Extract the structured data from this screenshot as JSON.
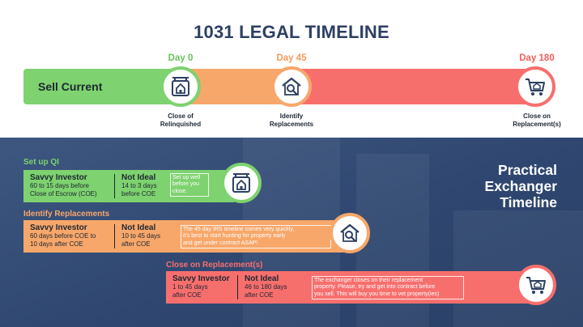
{
  "title": "1031 LEGAL TIMELINE",
  "timeline": {
    "bar_label": "Sell Current",
    "days": [
      "Day 0",
      "Day 45",
      "Day 180"
    ],
    "milestones": [
      {
        "line1": "Close of",
        "line2": "Relinquished",
        "icon": "sign-house-icon"
      },
      {
        "line1": "Identify",
        "line2": "Replacements",
        "icon": "house-search-icon"
      },
      {
        "line1": "Close on",
        "line2": "Replacement(s)",
        "icon": "house-cart-icon"
      }
    ]
  },
  "practical": {
    "line1": "Practical",
    "line2": "Exchanger",
    "line3": "Timeline"
  },
  "sections": [
    {
      "title": "Set up QI",
      "savvy_head": "Savvy Investor",
      "savvy_text1": "60 to 15 days before",
      "savvy_text2": "Close of Escrow (COE)",
      "notideal_head": "Not Ideal",
      "notideal_text1": "14 to 3 days",
      "notideal_text2": "before COE",
      "note": [
        "Set up well",
        "before you",
        "close."
      ],
      "icon": "sign-house-icon"
    },
    {
      "title": "Identify Replacements",
      "savvy_head": "Savvy Investor",
      "savvy_text1": "60 days before COE to",
      "savvy_text2": "10 days after COE",
      "notideal_head": "Not Ideal",
      "notideal_text1": "10 to 45 days",
      "notideal_text2": "after COE",
      "note": [
        "The 45 day IRS timeline comes very quickly,",
        "it's best to start hunting for property early",
        "and get under contract ASAP!"
      ],
      "icon": "house-search-icon"
    },
    {
      "title": "Close on Replacement(s)",
      "savvy_head": "Savvy Investor",
      "savvy_text1": "1 to 45 days",
      "savvy_text2": "after COE",
      "notideal_head": "Not Ideal",
      "notideal_text1": "46 to 180 days",
      "notideal_text2": "after COE",
      "note": [
        "The exchanger closes on their replacement",
        "property. Please, try and get into contract before",
        "you sell. This will buy you time to vet property(ies)"
      ],
      "icon": "house-cart-icon"
    }
  ],
  "colors": {
    "green": "#7ed26f",
    "orange": "#f7a76a",
    "red": "#f76f6d",
    "navy": "#2e3f63"
  }
}
